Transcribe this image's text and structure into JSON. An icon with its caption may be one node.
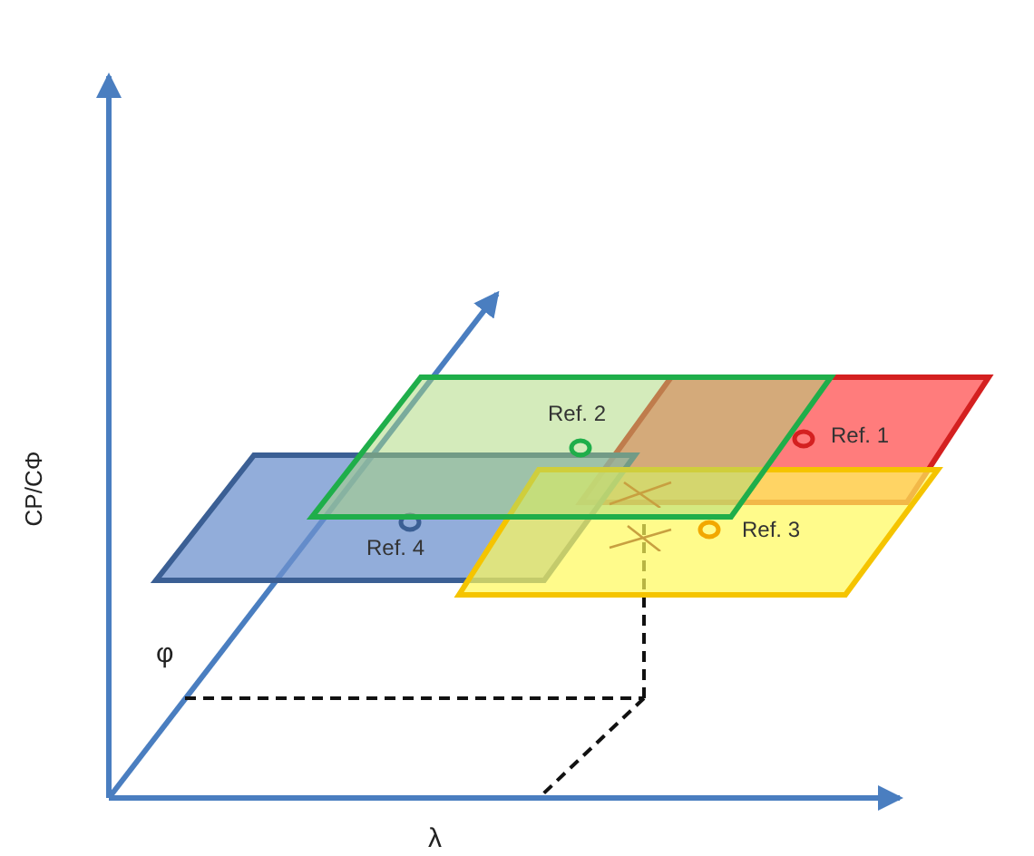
{
  "diagram": {
    "nodes": [
      {
        "text": [
          "Ref. 1"
        ]
      },
      {
        "text": [
          "Ref. 2"
        ]
      },
      {
        "text": [
          "Ref. 3"
        ]
      },
      {
        "text": [
          "Ref. 4"
        ]
      }
    ],
    "labels": [
      "CP/CΦ",
      "φ",
      "λ"
    ]
  }
}
